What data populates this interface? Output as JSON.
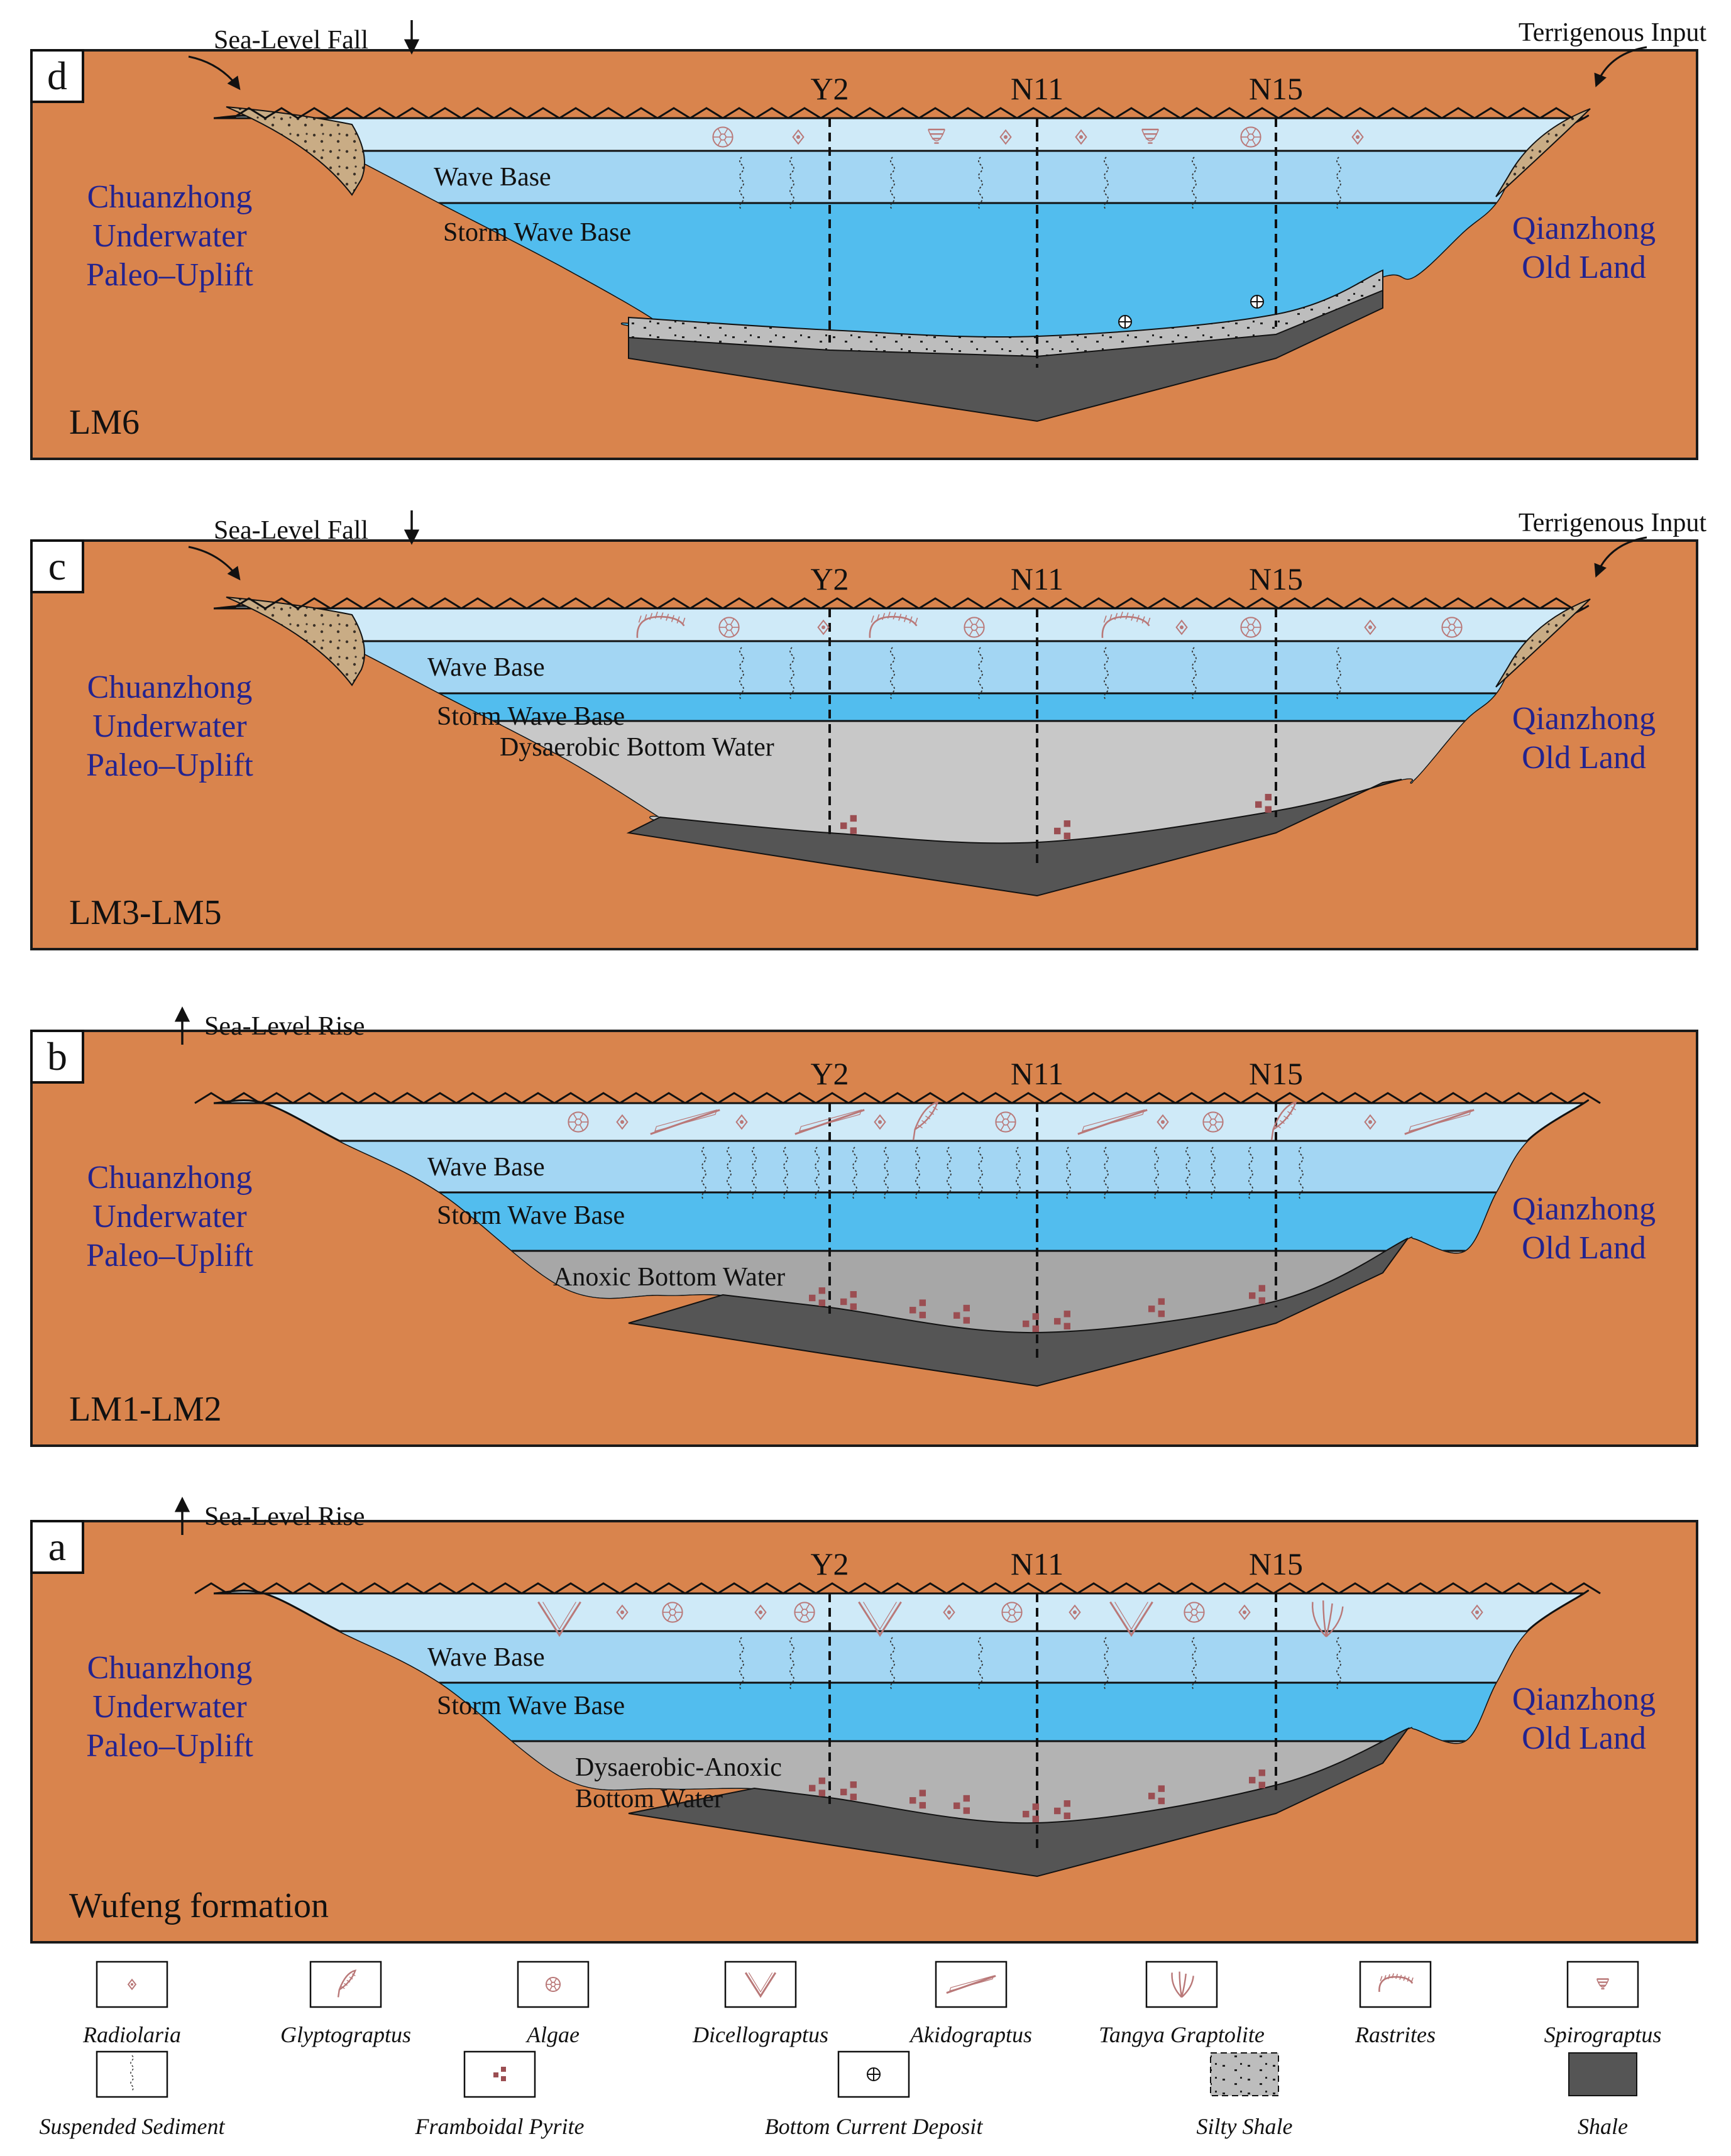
{
  "panels": [
    {
      "letter": "d",
      "stage": "LM6",
      "sea_level": "Sea-Level Fall",
      "sea_direction": "fall",
      "terrigenous": "Terrigenous Input",
      "wells": [
        "Y2",
        "N11",
        "N15"
      ],
      "left_land": [
        "Chuanzhong",
        "Underwater",
        "Paleo–Uplift"
      ],
      "right_land": [
        "Qianzhong",
        "Old  Land"
      ],
      "zones": [
        "Wave Base",
        "Storm Wave Base"
      ],
      "bottom_water": [],
      "fossils": [
        "Algae",
        "Radiolaria",
        "Spirograptus"
      ]
    },
    {
      "letter": "c",
      "stage": "LM3-LM5",
      "sea_level": "Sea-Level Fall",
      "sea_direction": "fall",
      "terrigenous": "Terrigenous Input",
      "wells": [
        "Y2",
        "N11",
        "N15"
      ],
      "left_land": [
        "Chuanzhong",
        "Underwater",
        "Paleo–Uplift"
      ],
      "right_land": [
        "Qianzhong",
        "Old  Land"
      ],
      "zones": [
        "Wave Base",
        "Storm Wave Base"
      ],
      "bottom_water": [
        "Dysaerobic Bottom Water"
      ],
      "fossils": [
        "Rastrites",
        "Algae",
        "Radiolaria"
      ]
    },
    {
      "letter": "b",
      "stage": "LM1-LM2",
      "sea_level": "Sea-Level Rise",
      "sea_direction": "rise",
      "terrigenous": "",
      "wells": [
        "Y2",
        "N11",
        "N15"
      ],
      "left_land": [
        "Chuanzhong",
        "Underwater",
        "Paleo–Uplift"
      ],
      "right_land": [
        "Qianzhong",
        "Old  Land"
      ],
      "zones": [
        "Wave Base",
        "Storm Wave Base"
      ],
      "bottom_water": [
        "Anoxic Bottom Water"
      ],
      "fossils": [
        "Algae",
        "Radiolaria",
        "Akidograptus",
        "Glyptograptus"
      ]
    },
    {
      "letter": "a",
      "stage": "Wufeng formation",
      "sea_level": "Sea-Level Rise",
      "sea_direction": "rise",
      "terrigenous": "",
      "wells": [
        "Y2",
        "N11",
        "N15"
      ],
      "left_land": [
        "Chuanzhong",
        "Underwater",
        "Paleo–Uplift"
      ],
      "right_land": [
        "Qianzhong",
        "Old  Land"
      ],
      "zones": [
        "Wave Base",
        "Storm Wave Base"
      ],
      "bottom_water": [
        "Dysaerobic-Anoxic",
        "Bottom Water"
      ],
      "fossils": [
        "Dicellograptus",
        "Radiolaria",
        "Algae",
        "Tangya Graptolite"
      ]
    }
  ],
  "legend": [
    {
      "label": "Radiolaria",
      "icon": "radiolaria-icon"
    },
    {
      "label": "Glyptograptus",
      "icon": "glyptograptus-icon"
    },
    {
      "label": "Algae",
      "icon": "algae-icon"
    },
    {
      "label": "Dicellograptus",
      "icon": "dicellograptus-icon"
    },
    {
      "label": "Akidograptus",
      "icon": "akidograptus-icon"
    },
    {
      "label": "Tangya Graptolite",
      "icon": "tangya-graptolite-icon"
    },
    {
      "label": "Rastrites",
      "icon": "rastrites-icon"
    },
    {
      "label": "Spirograptus",
      "icon": "spirograptus-icon"
    },
    {
      "label": "Suspended Sediment",
      "icon": "suspended-sediment-icon"
    },
    {
      "label": "Framboidal Pyrite",
      "icon": "framboidal-pyrite-icon"
    },
    {
      "label": "Bottom Current Deposit",
      "icon": "bottom-current-deposit-icon"
    },
    {
      "label": "Silty Shale",
      "icon": "silty-shale-icon"
    },
    {
      "label": "Shale",
      "icon": "shale-icon"
    }
  ],
  "colors": {
    "land": "#d9844d",
    "land_stroke": "#1a1a1a",
    "surface_water": "#cfeaf8",
    "wave_zone": "#a3d6f3",
    "storm_zone": "#52bdee",
    "dysaerobic": "#c8c8c8",
    "anoxic": "#a7a7a7",
    "dysaerobic_anoxic": "#b3b3b3",
    "shale": "#555555",
    "silty_shale": "#bdbdbd",
    "beach_sand": "#c9ac85",
    "fossil": "#b97878",
    "pyrite": "#9b4e52",
    "label_blue": "#23238f"
  }
}
